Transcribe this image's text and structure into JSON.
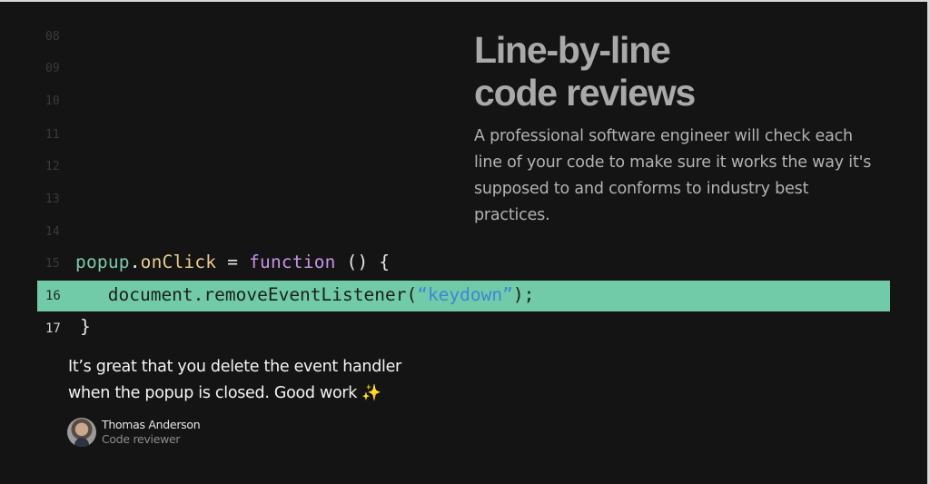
{
  "code": {
    "dim_line_numbers": [
      "08",
      "09",
      "10",
      "11",
      "12",
      "13",
      "14",
      "15"
    ],
    "line15": {
      "number": "15",
      "tokens": {
        "object": "popup",
        "dot": ".",
        "property": "onClick",
        "assign": " = ",
        "keyword": "function",
        "rest": " () {"
      }
    },
    "line16": {
      "number": "16",
      "prefix": " document.removeEventListener(",
      "string": "“keydown”",
      "suffix": ");",
      "highlight_color": "#72cba8"
    },
    "line17": {
      "number": "17",
      "text": "}"
    }
  },
  "hero": {
    "title_line1": "Line-by-line",
    "title_line2": "code reviews",
    "description": "A professional software engineer will check each line of your code to make sure it works the way it's supposed to and conforms to industry best practices."
  },
  "review": {
    "comment_line1": "It’s great that you delete the event handler",
    "comment_line2": "when the popup is closed. Good work ",
    "emoji": "✨",
    "emoji_name": "sparkles-icon",
    "author_name": "Thomas Anderson",
    "author_role": "Code reviewer"
  },
  "colors": {
    "background": "#141414",
    "highlight": "#72cba8",
    "string": "#3d86d8",
    "keyword": "#c792e6",
    "property": "#e9cc8f",
    "variable": "#7cc9aa"
  }
}
